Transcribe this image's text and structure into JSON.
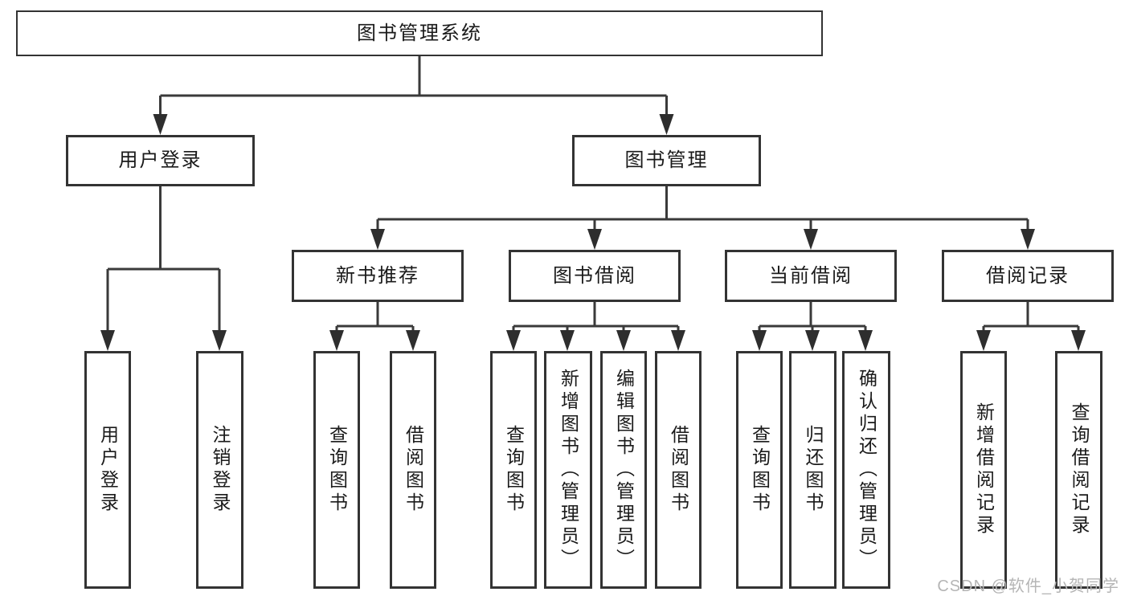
{
  "diagram": {
    "title": "图书管理系统",
    "level2": [
      "用户登录",
      "图书管理"
    ],
    "level3": [
      "新书推荐",
      "图书借阅",
      "当前借阅",
      "借阅记录"
    ],
    "leaves": {
      "user_login": [
        "用户登录",
        "注销登录"
      ],
      "new_books": [
        "查询图书",
        "借阅图书"
      ],
      "book_borrow": [
        "查询图书",
        "新增图书（管理员）",
        "编辑图书（管理员）",
        "借阅图书"
      ],
      "current_borrow": [
        "查询图书",
        "归还图书",
        "确认归还（管理员）"
      ],
      "borrow_records": [
        "新增借阅记录",
        "查询借阅记录"
      ]
    }
  },
  "watermark": {
    "text": "CSDN @软件_小贺同学"
  },
  "colors": {
    "line": "#3a3a3a",
    "arrow": "#2e2e2e",
    "box_border": "#333333",
    "text": "#1a1a1a",
    "background": "#ffffff",
    "watermark": "#b5b5b5"
  }
}
